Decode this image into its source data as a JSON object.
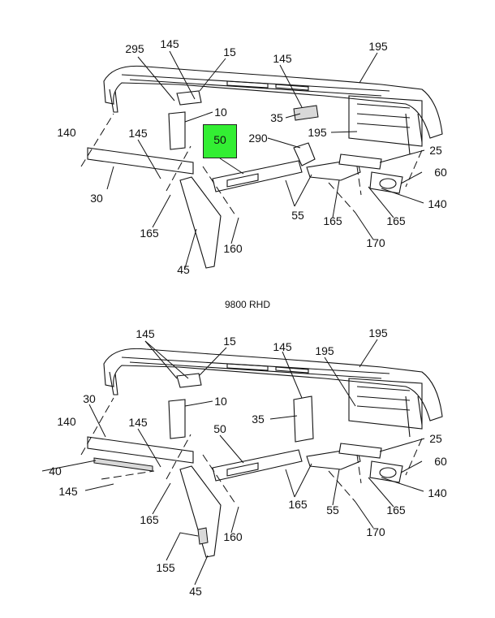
{
  "caption": "9800 RHD",
  "highlight": {
    "label": "50",
    "color": "#33ee33"
  },
  "top_callouts": [
    "295",
    "145",
    "15",
    "145",
    "195",
    "10",
    "35",
    "290",
    "195",
    "140",
    "145",
    "50",
    "25",
    "60",
    "30",
    "165",
    "55",
    "165",
    "140",
    "165",
    "160",
    "170",
    "45"
  ],
  "bottom_callouts": [
    "145",
    "15",
    "145",
    "195",
    "195",
    "10",
    "30",
    "35",
    "140",
    "145",
    "50",
    "25",
    "40",
    "60",
    "145",
    "165",
    "165",
    "55",
    "140",
    "165",
    "160",
    "170",
    "155",
    "45"
  ]
}
